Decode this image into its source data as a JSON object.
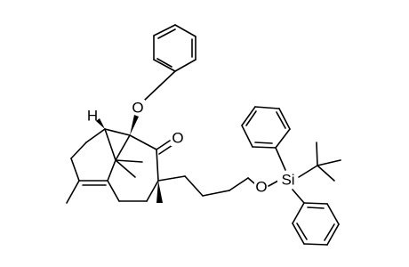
{
  "atoms": {
    "ring_oxygen_ether": "O",
    "ketone_oxygen": "O",
    "silyl_ether_oxygen": "O",
    "silicon": "Si",
    "stereo_hydrogen": "H"
  },
  "colors": {
    "bond": "#000000",
    "background": "#ffffff"
  }
}
